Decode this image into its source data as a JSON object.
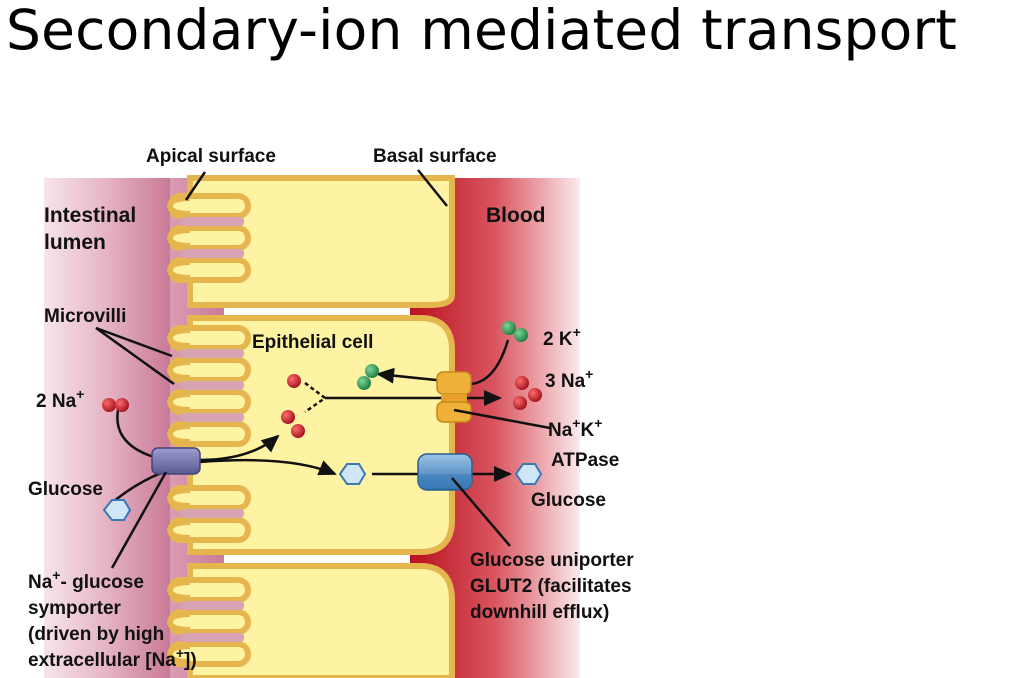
{
  "title": "Secondary-ion mediated transport",
  "labels": {
    "apical_surface": "Apical surface",
    "basal_surface": "Basal surface",
    "intestinal": "Intestinal",
    "lumen": "lumen",
    "blood": "Blood",
    "microvilli": "Microvilli",
    "epithelial_cell": "Epithelial cell",
    "two_na": "2 Na",
    "two_k": "2 K",
    "three_na": "3 Na",
    "plus": "+",
    "glucose_lumen": "Glucose",
    "glucose_blood": "Glucose",
    "atpase_line1_a": "Na",
    "atpase_line1_b": "K",
    "atpase_line2": "ATPase",
    "symporter_line1_a": "Na",
    "symporter_line1_b": "- glucose",
    "symporter_line2": "symporter",
    "symporter_line3": "(driven by high",
    "symporter_line4_a": "extracellular [Na",
    "symporter_line4_b": "])",
    "uniporter_line1": "Glucose uniporter",
    "uniporter_line2": "GLUT2 (facilitates",
    "uniporter_line3": "downhill efflux)"
  },
  "colors": {
    "lumen_pink": "#d9a3b6",
    "blood_red": "#c41f2f",
    "cell_yellow": "#fdf3a3",
    "membrane_orange": "#e5b54e",
    "sodium_red": "#c8202e",
    "potassium_green": "#2e9a50",
    "glucose_blue": "#cfe6f7",
    "symporter_purple": "#7a79b0",
    "uniporter_blue": "#4f8ec9",
    "atpase_orange": "#f0b13a"
  }
}
